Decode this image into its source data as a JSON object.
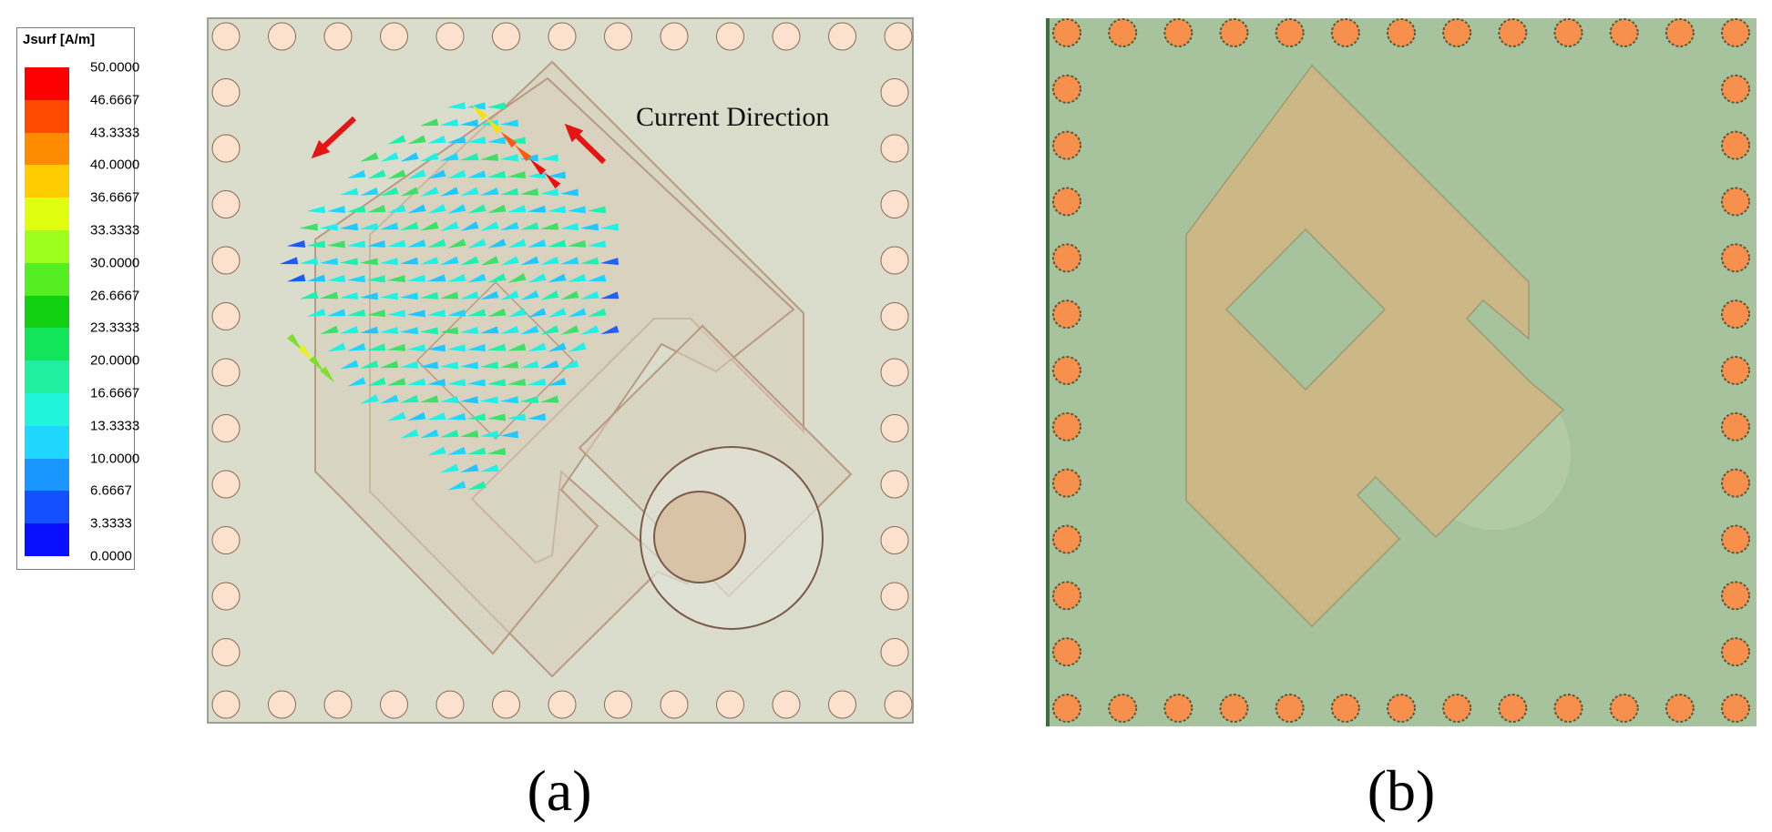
{
  "legend": {
    "title": "Jsurf [A/m]",
    "ticks": [
      "50.0000",
      "46.6667",
      "43.3333",
      "40.0000",
      "36.6667",
      "33.3333",
      "30.0000",
      "26.6667",
      "23.3333",
      "20.0000",
      "16.6667",
      "13.3333",
      "10.0000",
      "6.6667",
      "3.3333",
      "0.0000"
    ],
    "colors": [
      "#ff0000",
      "#ff4a00",
      "#ff8c00",
      "#ffcc00",
      "#e0ff10",
      "#9dff1e",
      "#55ee22",
      "#10d010",
      "#13e55a",
      "#1ef0a0",
      "#20f5dc",
      "#1fd6ff",
      "#1a96ff",
      "#1450ff",
      "#0a10ff"
    ]
  },
  "panel_a": {
    "annotation": "Current Direction",
    "caption": "(a)",
    "colors": {
      "substrate": "#dadccc",
      "patch": "#d8cfbc",
      "outline": "#b89a82",
      "via": "#fde1cf",
      "via_stroke": "#8a6a55",
      "red_arrow": "#e41515"
    }
  },
  "panel_b": {
    "caption": "(b)",
    "colors": {
      "substrate": "#a7c39e",
      "patch": "#ccb886",
      "via": "#f6904c",
      "via_stroke": "#5a5a3a",
      "edge": "#3f6b3f"
    }
  }
}
